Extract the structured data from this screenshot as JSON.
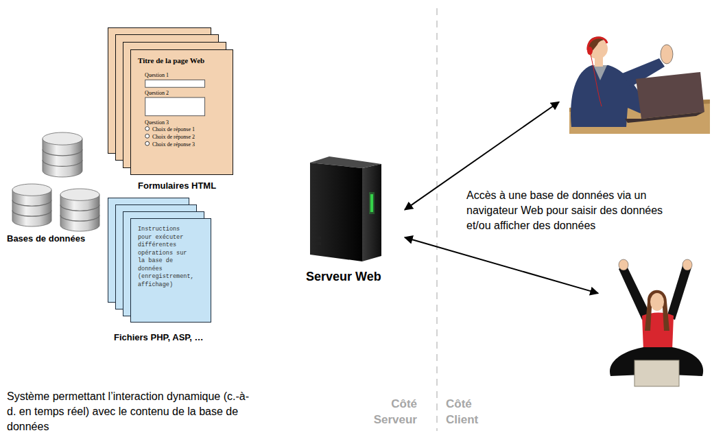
{
  "diagram": {
    "caption": "Système permettant l’interaction dynamique (c.-à-d. en temps réel) avec le contenu de la base de données",
    "nodes": [
      {
        "text": [
          "Titre de la page Web",
          "Question 1",
          "Question 2",
          "Question 3",
          "Choix de réponse 1",
          "Choix de réponse 2",
          "Choix de réponse 3",
          "Formulaires HTML"
        ]
      },
      {
        "text": [
          "Bases de données"
        ]
      },
      {
        "text": [
          "Instructions pour exécuter différentes opérations sur la base de données (enregistrement, affichage)",
          "Fichiers PHP, ASP, …"
        ]
      },
      {
        "text": [
          "Serveur Web"
        ]
      },
      {
        "text": []
      },
      {
        "text": []
      }
    ],
    "edges": [
      {
        "from": 3,
        "to": 4,
        "arrow": "both"
      },
      {
        "from": 3,
        "to": 5,
        "arrow": "both"
      }
    ],
    "labels": [
      "Accès à une base de données via un navigateur Web pour saisir des données et/ou afficher des données",
      "Côté Serveur",
      "Côté Client"
    ]
  }
}
